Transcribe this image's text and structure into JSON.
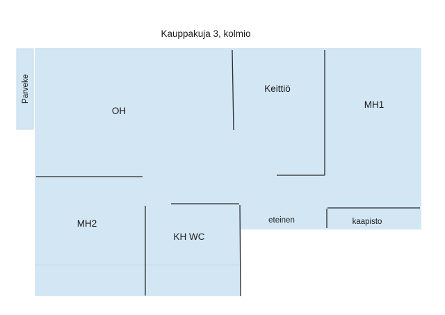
{
  "title": "Kauppakuja 3, kolmio",
  "colors": {
    "floor_fill": "#d3e6f3",
    "floor_outline": "#c3d8e6",
    "wall": "#2b2b2b",
    "text": "#1a1a1a",
    "background": "#ffffff"
  },
  "rooms": {
    "balcony": "Parveke",
    "living_room": "OH",
    "kitchen": "Keittiö",
    "bedroom_1": "MH1",
    "bedroom_2": "MH2",
    "bathroom_wc": "KH WC",
    "hallway": "eteinen",
    "closet": "kaapisto"
  }
}
